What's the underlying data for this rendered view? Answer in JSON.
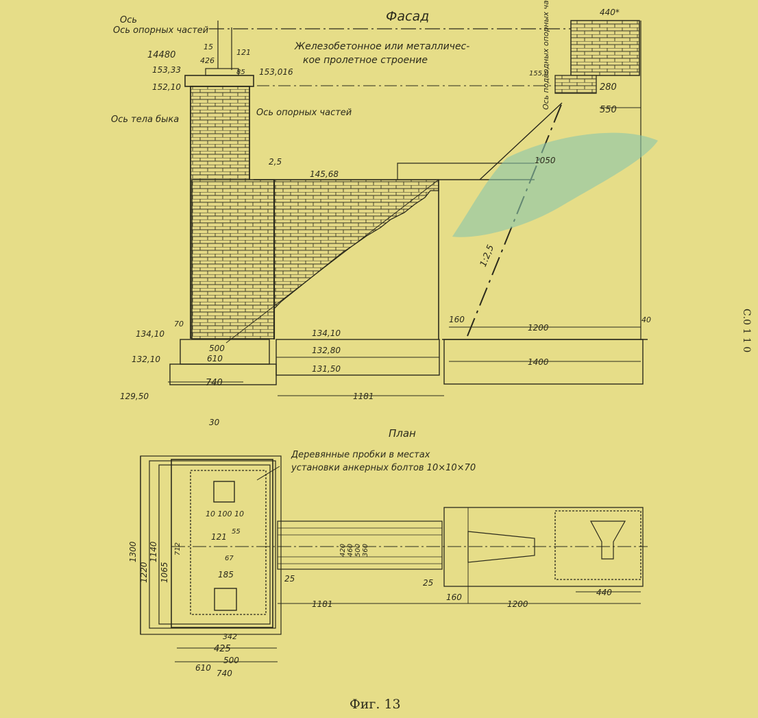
{
  "facade": {
    "title": "Фасад",
    "axis_bearing_top": "Ось опорных частей",
    "axis_bearing_mid": "Ось опорных частей",
    "axis_pier_body": "Ось тела быка",
    "axis_approach_bearing": "Ось подводных опорных частей",
    "note_line1": "Железобетонное или металличес-",
    "note_line2": "кое пролетное строение",
    "dims": {
      "d14480": "14480",
      "d15": "15",
      "d121": "121",
      "d426": "426",
      "d85": "85",
      "d440": "440*",
      "d155": "155,0",
      "d280": "280",
      "d550": "550",
      "d1050": "1050",
      "d2_5": "2,5",
      "slope": "1:2,5",
      "d70": "70",
      "d500": "500",
      "d610": "610",
      "d740": "740",
      "d30": "30",
      "d1181": "1181",
      "d160": "160",
      "d1200": "1200",
      "d1400": "1400",
      "d40": "40"
    },
    "levels": {
      "l153_33": "153,33",
      "l152_10": "152,10",
      "l153_016": "153,016",
      "l145_68": "145,68",
      "l134_10a": "134,10",
      "l132_10": "132,10",
      "l129_50": "129,50",
      "l134_10b": "134,10",
      "l132_80": "132,80",
      "l131_50": "131,50"
    }
  },
  "plan": {
    "title": "План",
    "note_line1": "Деревянные пробки в местах",
    "note_line2": "установки анкерных болтов 10×10×70",
    "dims": {
      "d10_100_10": "10 100 10",
      "d121": "121",
      "d55": "55",
      "d67": "67",
      "d185": "185",
      "d1300": "1300",
      "d1220": "1220",
      "d1140": "1140",
      "d1065": "1065",
      "d712": "712",
      "d420": "420",
      "d460": "460",
      "d500": "500",
      "d360": "360",
      "d25a": "25",
      "d25b": "25",
      "d1181": "1181",
      "d160": "160",
      "d1200": "1200",
      "d440": "440",
      "d342": "342",
      "d425": "425",
      "d500b": "500",
      "d610": "610",
      "d740": "740"
    }
  },
  "caption": "Фиг. 13",
  "margin_stamp": "С.0 1 1 0"
}
